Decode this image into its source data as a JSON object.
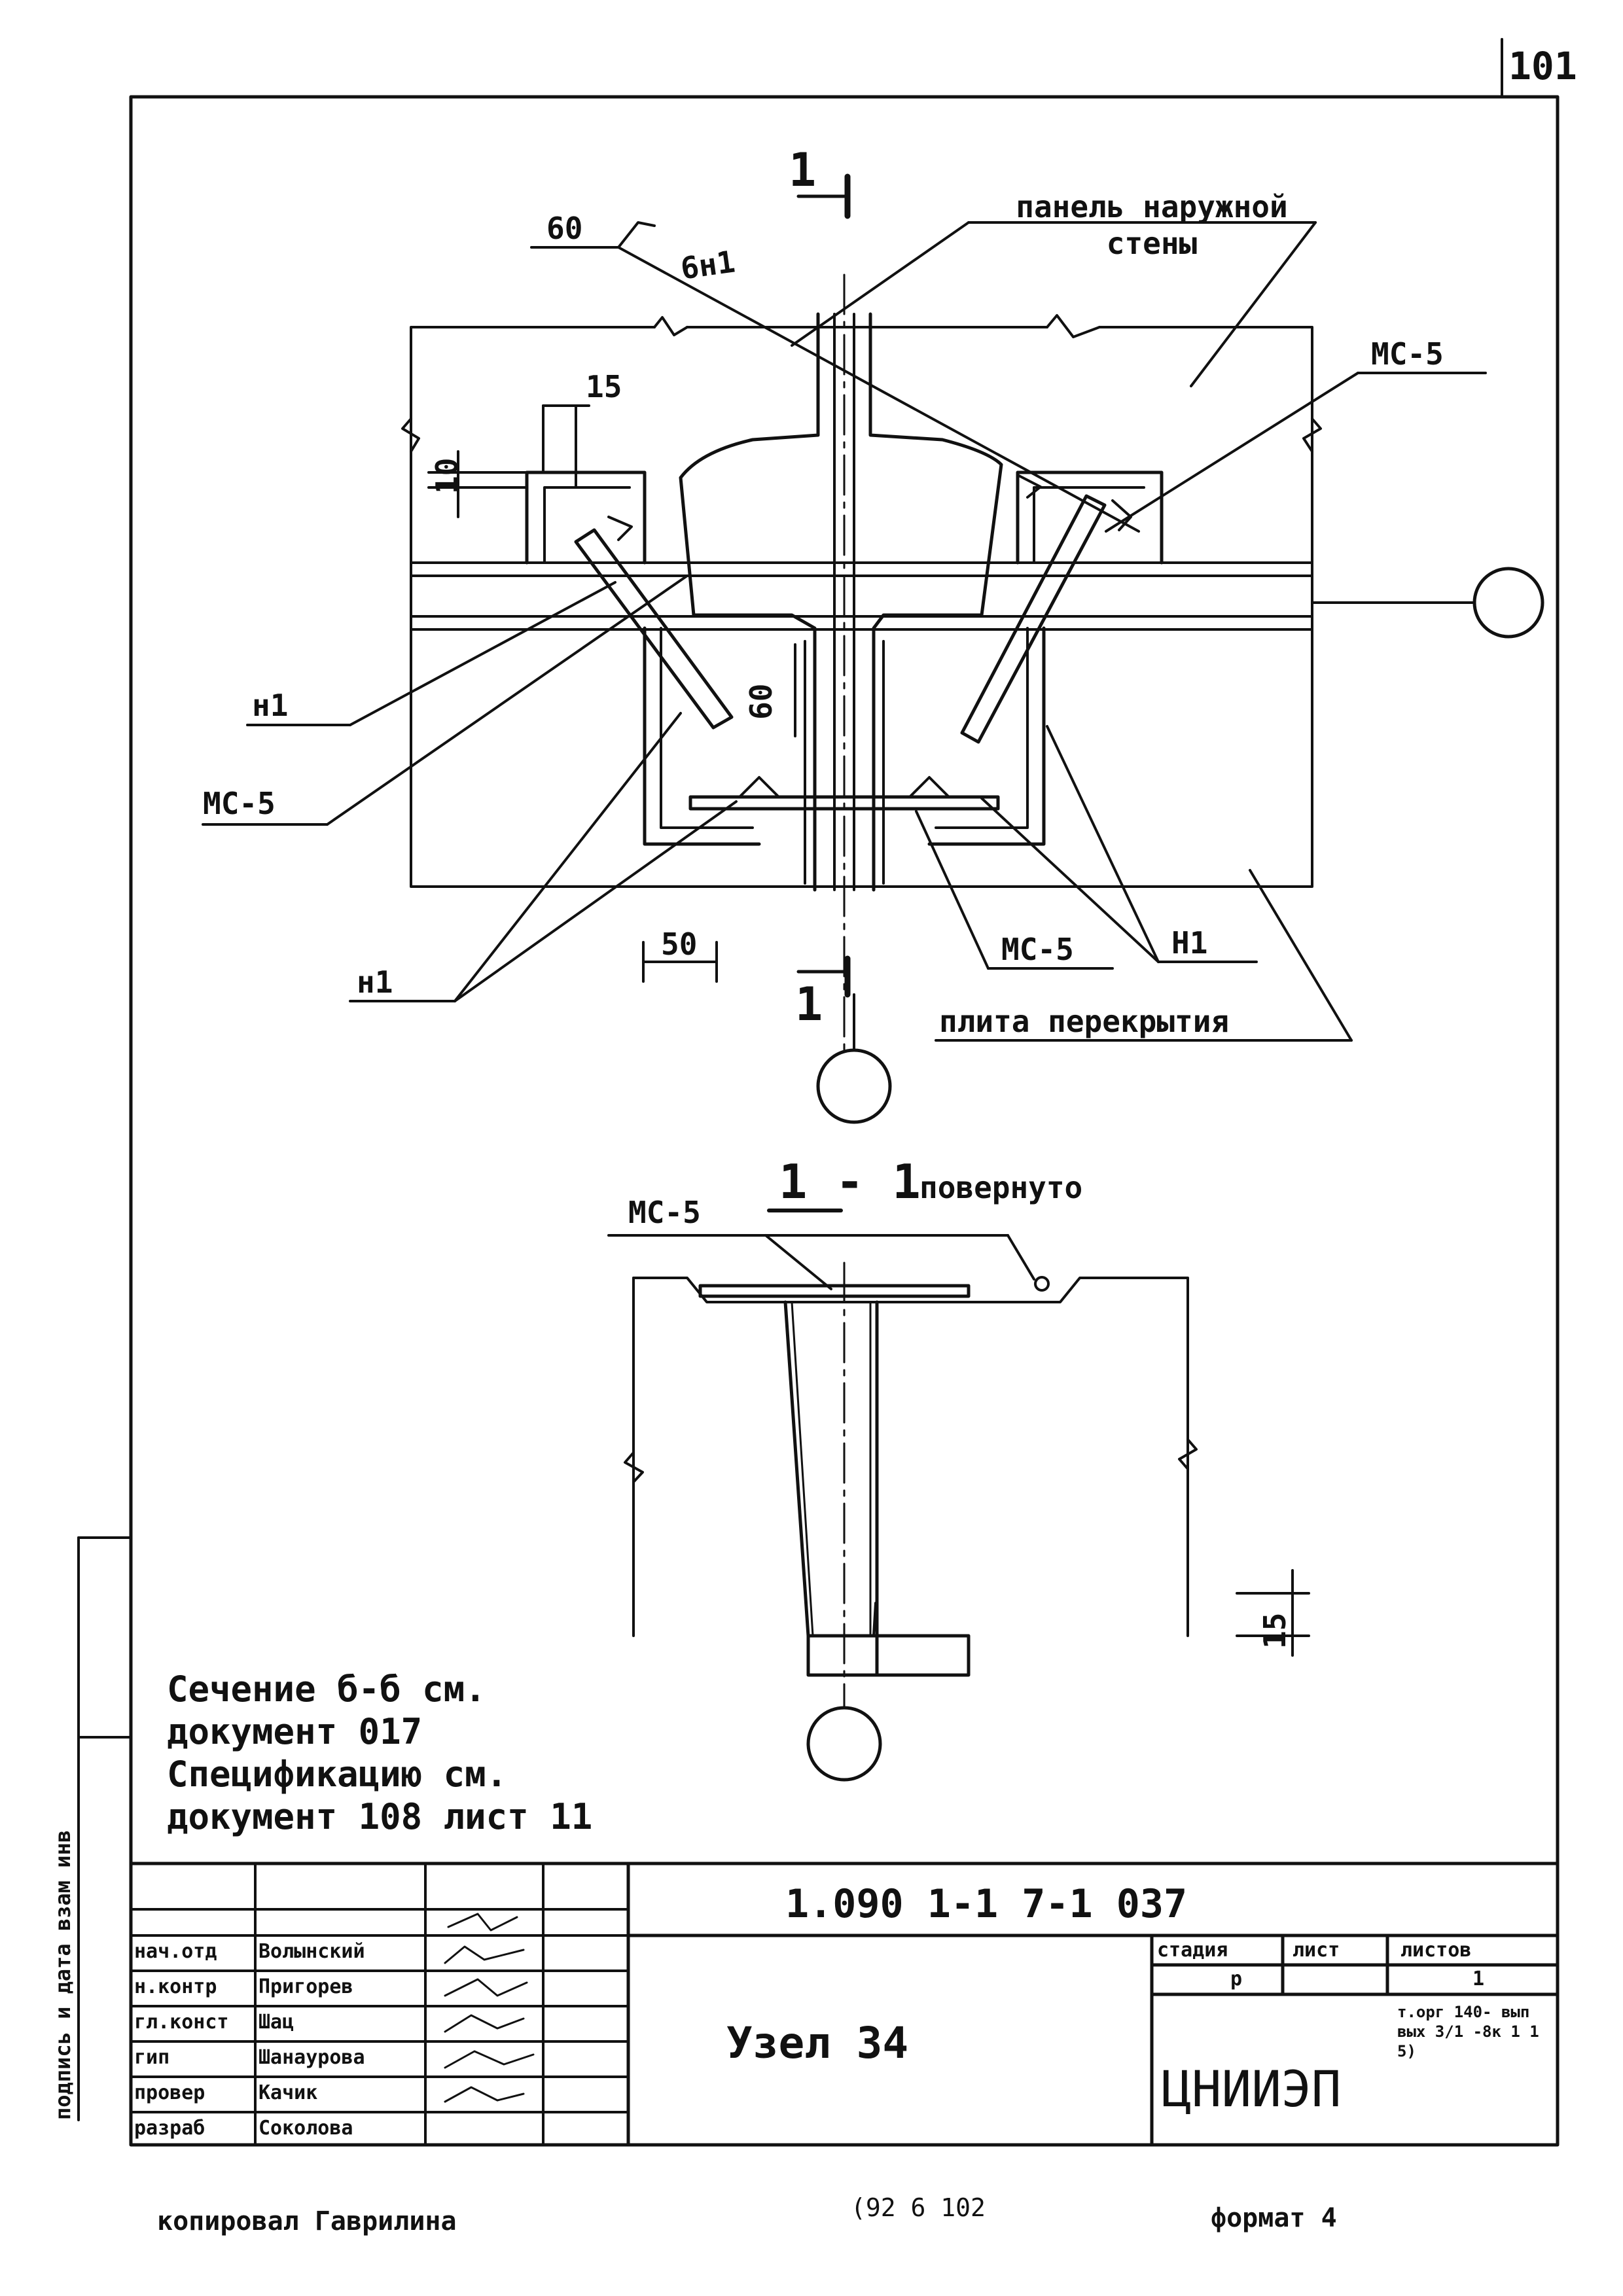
{
  "sheet": {
    "page_number": "101",
    "doc_code": "1.090 1-1 7-1 037",
    "title": "Узел 34",
    "organization": "ЦНИИЭП",
    "org_note": "т.орг 140- вып вых 3/1 -8к 1 1 5)",
    "copied_by": "копировал Гаврилина",
    "bottom_numbers": "(92 6 102",
    "format": "формат 4",
    "side_stamp": "подпись и дата взам инв"
  },
  "plan": {
    "section_mark_top": "1",
    "section_mark_bottom": "1",
    "label_wall_panel": "панель наружной стены",
    "label_slab": "плита перекрытия",
    "label_60_top": "60",
    "label_6n1": "6н1",
    "label_mc5_right": "МС-5",
    "label_15": "15",
    "label_10": "10",
    "label_60_mid": "60",
    "label_n1_a": "н1",
    "label_mc5_left": "МС-5",
    "label_n1_b": "н1",
    "label_50": "50",
    "label_mc5_bottom": "МС-5",
    "label_n1_c": "Н1"
  },
  "section": {
    "title": "1 - 1",
    "rotated": "повернуто",
    "label_mc5": "МС-5",
    "label_15": "15"
  },
  "notes": [
    "Сечение б-б см.",
    "документ 017",
    "Спецификацию см.",
    "документ 108 лист 11"
  ],
  "title_block": {
    "roles": [
      "нач.отд",
      "н.контр",
      "гл.конст",
      "гип",
      "провер",
      "разраб"
    ],
    "names": [
      "Волынский",
      "Пригорев",
      "Шац",
      "Шанаурова",
      "Качик",
      "Соколова"
    ],
    "stage_header": "стадия",
    "sheet_header": "лист",
    "sheets_header": "листов",
    "stage_value": "р",
    "sheets_value": "1"
  }
}
